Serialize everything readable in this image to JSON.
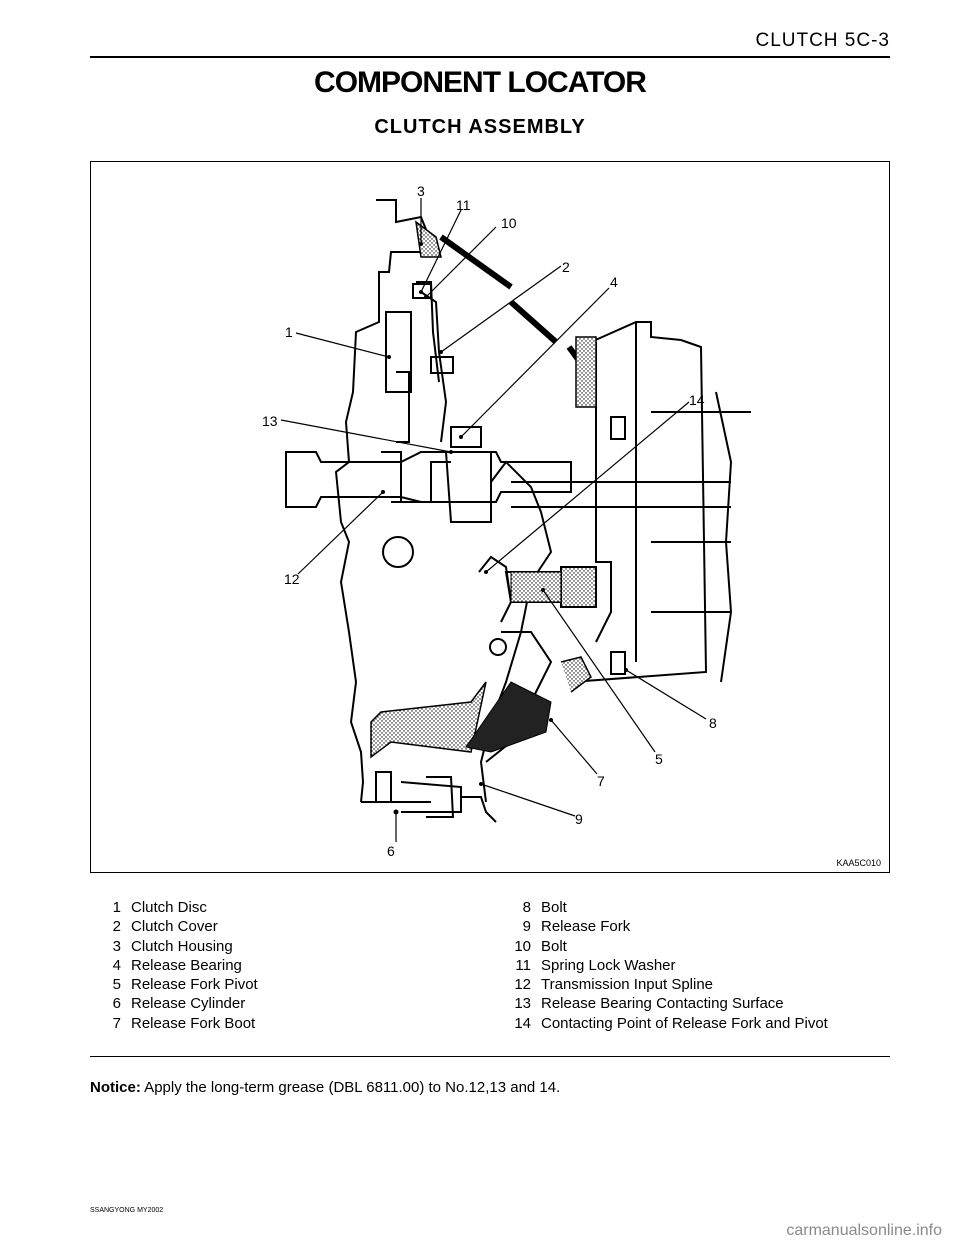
{
  "header": {
    "section": "CLUTCH 5C-3"
  },
  "title": "COMPONENT LOCATOR",
  "subtitle": "CLUTCH  ASSEMBLY",
  "figure": {
    "code": "KAA5C010",
    "callouts": [
      "1",
      "2",
      "3",
      "4",
      "5",
      "6",
      "7",
      "8",
      "9",
      "10",
      "11",
      "12",
      "13",
      "14"
    ]
  },
  "legend": {
    "left": [
      {
        "num": "1",
        "label": "Clutch Disc"
      },
      {
        "num": "2",
        "label": "Clutch Cover"
      },
      {
        "num": "3",
        "label": "Clutch Housing"
      },
      {
        "num": "4",
        "label": "Release Bearing"
      },
      {
        "num": "5",
        "label": "Release Fork Pivot"
      },
      {
        "num": "6",
        "label": "Release Cylinder"
      },
      {
        "num": "7",
        "label": "Release Fork Boot"
      }
    ],
    "right": [
      {
        "num": "8",
        "label": "Bolt"
      },
      {
        "num": "9",
        "label": "Release Fork"
      },
      {
        "num": "10",
        "label": "Bolt"
      },
      {
        "num": "11",
        "label": "Spring Lock Washer"
      },
      {
        "num": "12",
        "label": "Transmission Input Spline"
      },
      {
        "num": "13",
        "label": "Release Bearing Contacting Surface"
      },
      {
        "num": "14",
        "label": "Contacting Point of Release Fork and Pivot"
      }
    ]
  },
  "notice": {
    "label": "Notice:",
    "text": " Apply the long-term grease (DBL 6811.00) to No.12,13 and 14."
  },
  "footer": "SSANGYONG MY2002",
  "watermark": "carmanualsonline.info"
}
